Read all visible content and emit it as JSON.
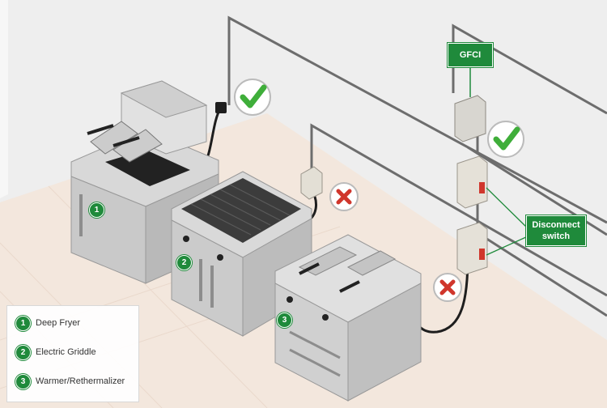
{
  "callouts": {
    "gfci": "GFCI",
    "disconnect": "Disconnect switch"
  },
  "badges": [
    "1",
    "2",
    "3"
  ],
  "legend": [
    {
      "number": "1",
      "label": "Deep Fryer"
    },
    {
      "number": "2",
      "label": "Electric Griddle"
    },
    {
      "number": "3",
      "label": "Warmer/Rethermalizer"
    }
  ],
  "colors": {
    "brand_green": "#1f8a3b",
    "check_green": "#3fae3a",
    "cross_red": "#d0362c",
    "wire": "#6d6d6d",
    "floor": "#f2e6dc",
    "wall": "#ececec"
  },
  "icons": [
    "check-icon",
    "cross-icon",
    "plug-icon",
    "gfci-box-icon",
    "disconnect-switch-icon",
    "junction-box-icon"
  ]
}
